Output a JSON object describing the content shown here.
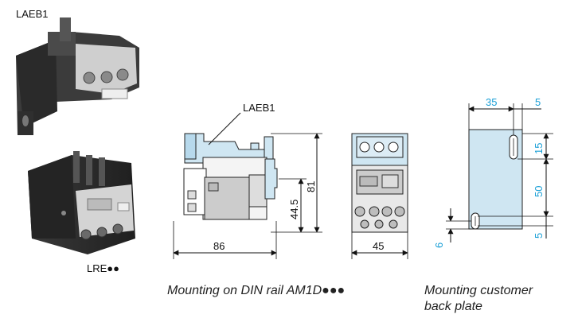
{
  "photos": {
    "top_label": "LAEB1",
    "bottom_label": "LRE●●"
  },
  "din_view": {
    "callout": "LAEB1",
    "dim_width": "86",
    "dim_total_height": "81",
    "dim_rail_height": "44.5",
    "caption": "Mounting on DIN rail AM1D●●●"
  },
  "front_view": {
    "dim_width": "45"
  },
  "back_plate": {
    "dim_width": "35",
    "dim_edge": "5",
    "dim_slot_top": "15",
    "dim_between": "50",
    "dim_bottom": "5",
    "dim_slot_width": "6",
    "caption_line1": "Mounting customer",
    "caption_line2": "back plate"
  },
  "colors": {
    "accent": "#1a9fd6",
    "plate_fill": "#cfe6f2",
    "body_dark": "#2e2e2e",
    "body_light": "#d8d8d8"
  }
}
